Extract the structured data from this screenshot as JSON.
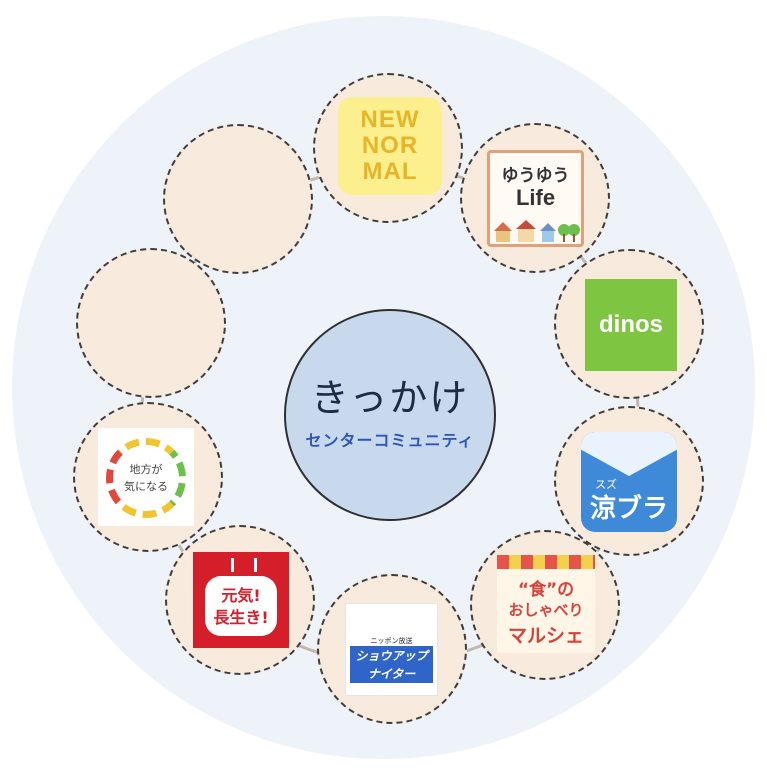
{
  "center": {
    "title": "きっかけ",
    "subtitle": "センターコミュニティ"
  },
  "logos": {
    "new_normal": [
      "NEW",
      "NOR",
      "MAL"
    ],
    "yuyu_life": {
      "line1": "ゆうゆう",
      "line2": "Life"
    },
    "dinos": "dinos",
    "suzubura": {
      "small": "スズ",
      "big": "涼ブラ"
    },
    "shoku_marche": {
      "line1": "“食”の",
      "line2": "おしゃべり",
      "line3": "マルシェ"
    },
    "shop_nighter": {
      "brand": "ニッポン放送",
      "line1": "ショウアップ",
      "line2": "ナイター"
    },
    "genki": {
      "line1": "元気!",
      "line2": "長生き!"
    },
    "chiho": {
      "line1": "地方が",
      "line2": "気になる"
    }
  },
  "colors": {
    "outer_disc": "#eef3fa",
    "node_fill": "#f8eadc",
    "center_fill": "#c8d9ee",
    "ring_line": "#c2b8ac"
  }
}
